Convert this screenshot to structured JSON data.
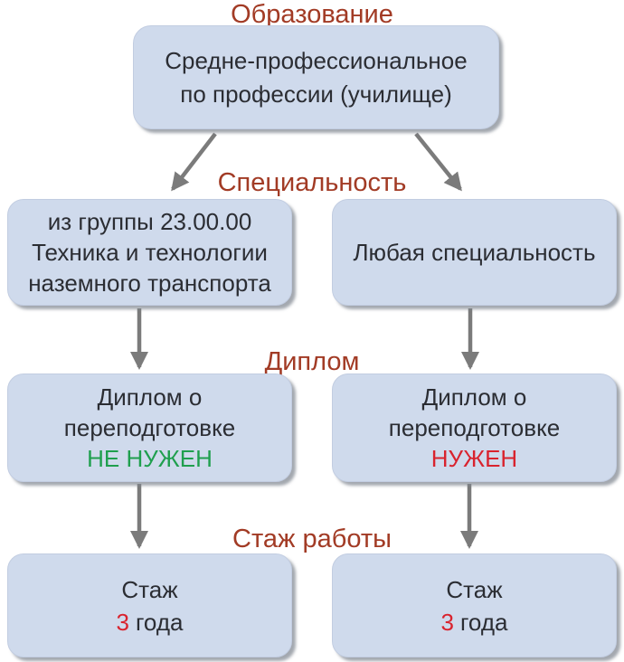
{
  "colors": {
    "background": "#ffffff",
    "stage_label": "#a23b25",
    "box_fill": "#cfdaec",
    "box_border": "#c2cde1",
    "box_shadow": "#808690",
    "text": "#2b2d33",
    "arrow": "#7b7b7b",
    "positive_green": "#1f9f4e",
    "negative_red": "#d9232e"
  },
  "stage_labels": {
    "education": "Образование",
    "specialty": "Специальность",
    "diploma": "Диплом",
    "experience": "Стаж работы"
  },
  "nodes": {
    "education": {
      "lines": [
        "Средне-профессиональное",
        "по профессии (училище)"
      ]
    },
    "specialty_left": {
      "lines": [
        "из группы 23.00.00",
        "Техника и технологии",
        "наземного транспорта"
      ]
    },
    "specialty_right": {
      "lines": [
        "Любая специальность"
      ]
    },
    "diploma_left": {
      "lines": [
        "Диплом о",
        "переподготовке"
      ],
      "status": "НЕ НУЖЕН",
      "status_color": "#1f9f4e"
    },
    "diploma_right": {
      "lines": [
        "Диплом о",
        "переподготовке"
      ],
      "status": "НУЖЕН",
      "status_color": "#d9232e"
    },
    "experience_left": {
      "label": "Стаж",
      "value": "3",
      "unit": "года",
      "value_color": "#d9232e"
    },
    "experience_right": {
      "label": "Стаж",
      "value": "3",
      "unit": "года",
      "value_color": "#d9232e"
    }
  }
}
